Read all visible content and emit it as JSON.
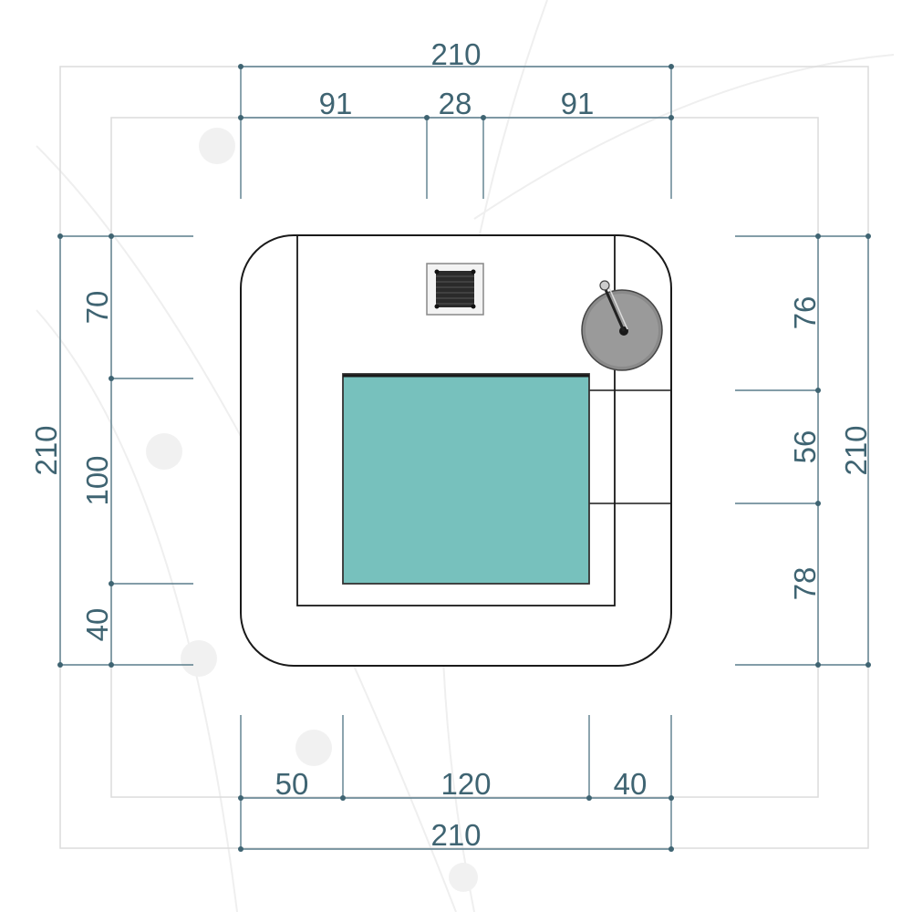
{
  "colors": {
    "dimension": "#3f6472",
    "outline": "#1a1a1a",
    "mat": "#77c1bd",
    "mat_stroke": "#333333",
    "drain": "#7f7f7f",
    "grate": "#2a2a2a",
    "watermark": "#ededed",
    "frame": "#dedede"
  },
  "dimensions": {
    "top_total": "210",
    "top_left": "91",
    "top_center": "28",
    "top_right": "91",
    "left_total": "210",
    "left_top": "70",
    "left_middle": "100",
    "left_bottom": "40",
    "right_total": "210",
    "right_top": "76",
    "right_middle": "56",
    "right_bottom": "78",
    "bottom_left": "50",
    "bottom_middle": "120",
    "bottom_right": "40",
    "bottom_total": "210"
  },
  "icons": {
    "vent": "square-grate-icon",
    "drain": "round-drain-icon"
  }
}
